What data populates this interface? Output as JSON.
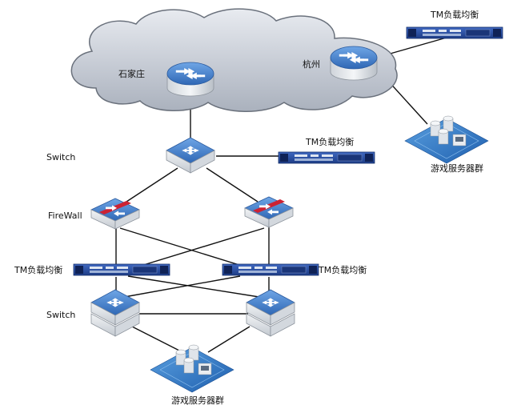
{
  "labels": {
    "city_left": "石家庄",
    "city_right": "杭州",
    "lb_top_right": "TM负载均衡",
    "lb_mid": "TM负载均衡",
    "lb_left": "TM负载均衡",
    "lb_right": "TM负载均衡",
    "switch_top": "Switch",
    "firewall": "FireWall",
    "switch_bottom": "Switch",
    "servers_top": "游戏服务器群",
    "servers_bottom": "游戏服务器群"
  },
  "colors": {
    "cloud_fill": "#c4cad4",
    "device_blue": "#3a78c8",
    "lb_body": "#2a4fa6",
    "firewall_red": "#cc2233",
    "link": "#111111"
  }
}
